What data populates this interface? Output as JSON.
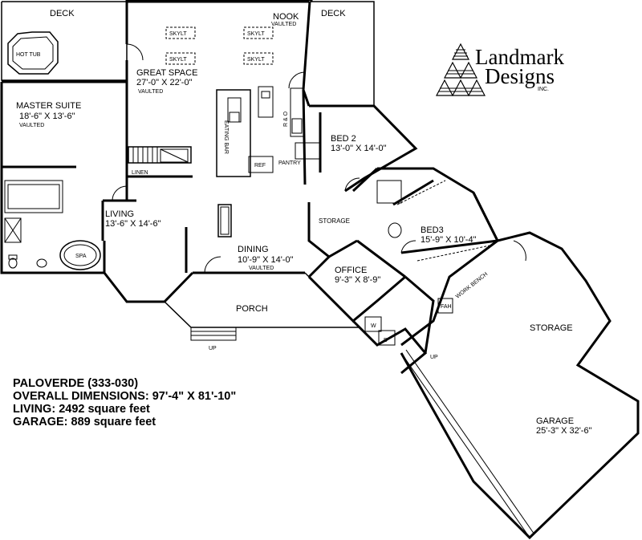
{
  "rooms": {
    "deck_left": {
      "name": "DECK"
    },
    "deck_right": {
      "name": "DECK"
    },
    "hot_tub": {
      "name": "HOT TUB"
    },
    "nook": {
      "name": "NOOK",
      "note": "VAULTED"
    },
    "great_space": {
      "name": "GREAT SPACE",
      "size": "27'-0\" X 22'-0\"",
      "note": "VAULTED"
    },
    "skylights": [
      "SKYLT",
      "SKYLT",
      "SKYLT",
      "SKYLT"
    ],
    "master_suite": {
      "name": "MASTER SUITE",
      "size": "18'-6\" X 13'-6\"",
      "note": "VAULTED"
    },
    "eating_bar": {
      "name": "EATING BAR"
    },
    "ro": {
      "name": "R & O"
    },
    "ref": {
      "name": "REF"
    },
    "pantry": {
      "name": "PANTRY"
    },
    "linen": {
      "name": "LINEN"
    },
    "bed2": {
      "name": "BED 2",
      "size": "13'-0\" X 14'-0\""
    },
    "bed3": {
      "name": "BED3",
      "size": "15'-9\" X 10'-4\""
    },
    "living": {
      "name": "LIVING",
      "size": "13'-6\" X 14'-6\""
    },
    "dining": {
      "name": "DINING",
      "size": "10'-9\" X 14'-0\"",
      "note": "VAULTED"
    },
    "storage_small": {
      "name": "STORAGE"
    },
    "office": {
      "name": "OFFICE",
      "size": "9'-3\" X 8'-9\""
    },
    "spa": {
      "name": "SPA"
    },
    "porch": {
      "name": "PORCH",
      "up": "UP"
    },
    "work_bench": {
      "name": "WORK BENCH"
    },
    "fah": {
      "name": "FAH"
    },
    "garage_storage": {
      "name": "STORAGE"
    },
    "garage": {
      "name": "GARAGE",
      "size": "25'-3\" X 32'-6\"",
      "up": "UP"
    },
    "washer": {
      "name": "W"
    },
    "dryer": {
      "name": "D"
    }
  },
  "brand": {
    "line1": "Landmark",
    "line2": "Designs",
    "suffix": "INC."
  },
  "summary": {
    "plan": "PALOVERDE (333-030)",
    "overall": "OVERALL DIMENSIONS: 97'-4\" X 81'-10\"",
    "living": "LIVING: 2492 square feet",
    "garage": "GARAGE: 889 square feet"
  }
}
